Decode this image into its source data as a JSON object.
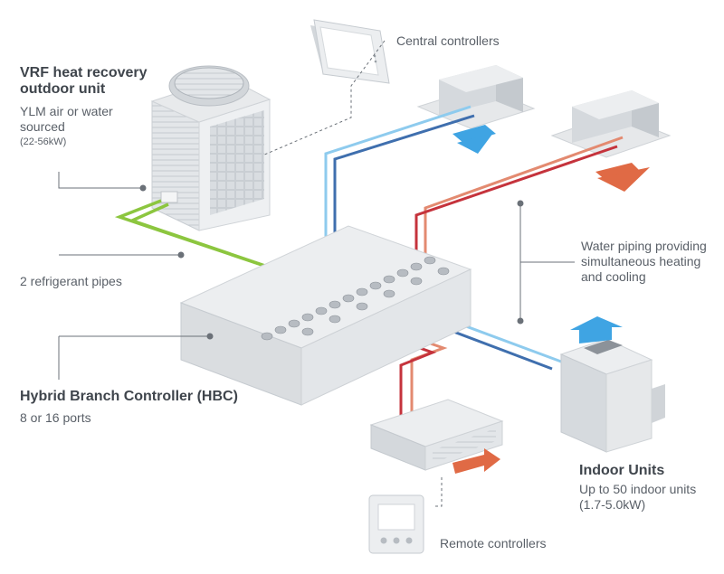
{
  "labels": {
    "outdoor_title": "VRF heat recovery outdoor unit",
    "outdoor_sub": "YLM air or water sourced",
    "outdoor_range": "(22-56kW)",
    "central_controllers": "Central controllers",
    "water_piping": "Water piping providing simultaneous heating and cooling",
    "refrigerant_pipes": "2 refrigerant pipes",
    "hbc_title": "Hybrid Branch Controller (HBC)",
    "hbc_ports": "8 or 16 ports",
    "indoor_title": "Indoor Units",
    "indoor_sub": "Up to 50 indoor units",
    "indoor_range": "(1.7-5.0kW)",
    "remote_controllers": "Remote controllers"
  },
  "colors": {
    "refrigerant_pipe": "#8cc63f",
    "cold_supply": "#8ecbee",
    "cold_return": "#3f6fae",
    "hot_supply": "#e38a70",
    "hot_return": "#c5333c",
    "cooling_arrow": "#3fa4e3",
    "heating_arrow": "#e06a45",
    "unit_body": "#e6e8ea",
    "unit_shadow": "#c4c8cc",
    "label_text": "#5a6068",
    "leader_line": "#6b7178"
  }
}
